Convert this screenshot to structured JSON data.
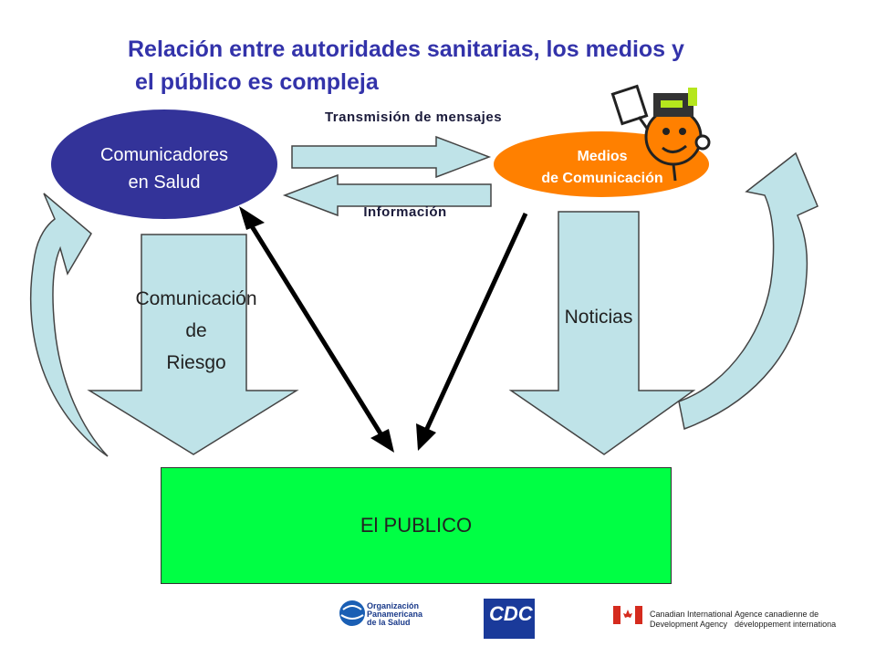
{
  "title": {
    "line1": "Relación entre autoridades sanitarias, los medios y",
    "line2": "el público es compleja"
  },
  "nodes": {
    "comunicadores": {
      "line1": "Comunicadores",
      "line2": "en Salud",
      "color": "#333399"
    },
    "medios": {
      "line1": "Medios",
      "line2": "de Comunicación",
      "color": "#ff8000"
    },
    "publico": {
      "label": "El PUBLICO",
      "color": "#00ff44"
    }
  },
  "edges": {
    "transmision": "Transmisión de mensajes",
    "informacion": "Información"
  },
  "arrows": {
    "riesgo": {
      "line1": "Comunicación",
      "line2": "de",
      "line3": "Riesgo"
    },
    "noticias": "Noticias"
  },
  "colors": {
    "arrow_fill": "#bfe3e8",
    "title": "#3333aa"
  },
  "logos": {
    "paho": {
      "line1": "Organización",
      "line2": "Panamericana",
      "line3": "de la Salud"
    },
    "cdc": "CDC",
    "cida_en": {
      "line1": "Canadian International",
      "line2": "Development Agency"
    },
    "cida_fr": {
      "line1": "Agence canadienne de",
      "line2": "développement internationa"
    }
  }
}
